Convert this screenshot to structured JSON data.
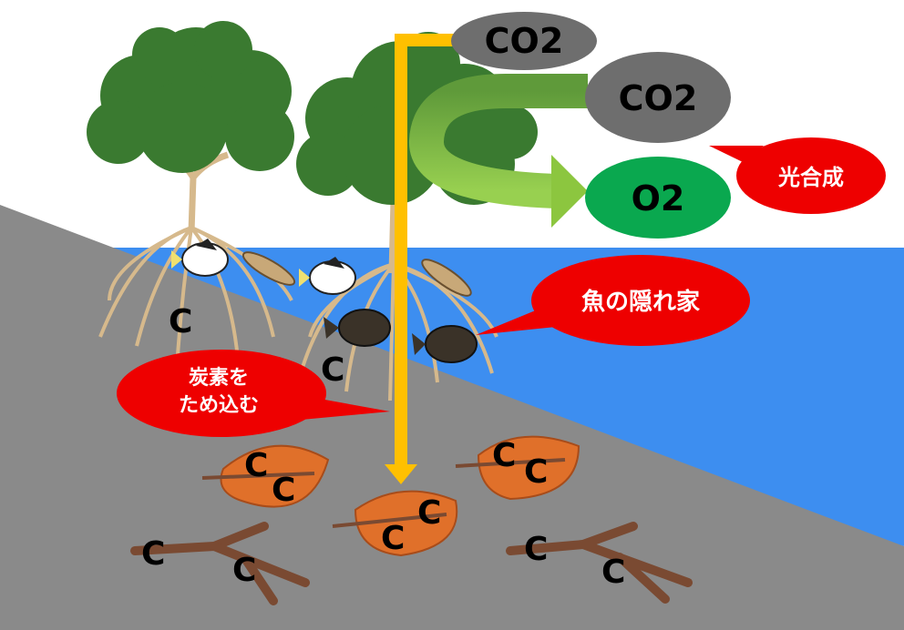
{
  "labels": {
    "co2_top": "CO2",
    "co2_right": "CO2",
    "o2": "O2",
    "photosynthesis": "光合成",
    "fish_shelter": "魚の隠れ家",
    "carbon_storage_line1": "炭素を",
    "carbon_storage_line2": "ため込む",
    "carbon": "C"
  },
  "colors": {
    "sky": "#ffffff",
    "water": "#3d8ef0",
    "ground": "#8a8a8a",
    "co2_bubble": "#6e6e6e",
    "o2_bubble": "#0aa84f",
    "callout_red": "#ee0000",
    "flow_arrow_yellow": "#ffc000",
    "photosynthesis_arrow_green": "#8cc63f",
    "tree_foliage": "#3a7a30",
    "trunk_roots": "#d6b98c",
    "leaf_orange": "#e0702a",
    "twig_brown": "#7a4a32"
  },
  "icons": [
    "mangrove-tree-icon",
    "fish-icon",
    "leaf-icon",
    "twig-icon"
  ]
}
